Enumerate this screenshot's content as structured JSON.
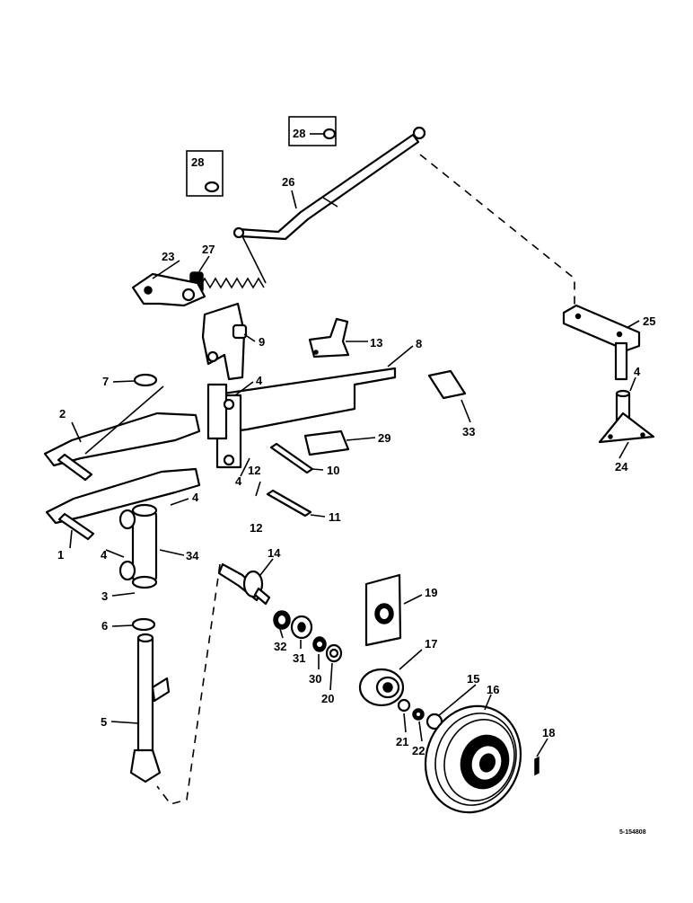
{
  "diagram": {
    "drawing_number": "5-154808",
    "callouts": {
      "c1": "1",
      "c2": "2",
      "c3": "3",
      "c4a": "4",
      "c4b": "4",
      "c4c": "4",
      "c4d": "4",
      "c4e": "4",
      "c5": "5",
      "c6": "6",
      "c7": "7",
      "c8": "8",
      "c9": "9",
      "c10": "10",
      "c11": "11",
      "c12a": "12",
      "c12b": "12",
      "c13": "13",
      "c14": "14",
      "c15": "15",
      "c16": "16",
      "c17": "17",
      "c18": "18",
      "c19": "19",
      "c20": "20",
      "c21": "21",
      "c22": "22",
      "c23": "23",
      "c24": "24",
      "c25": "25",
      "c26": "26",
      "c27": "27",
      "c28a": "28",
      "c28b": "28",
      "c29": "29",
      "c30": "30",
      "c31": "31",
      "c32": "32",
      "c33": "33",
      "c34": "34"
    }
  }
}
